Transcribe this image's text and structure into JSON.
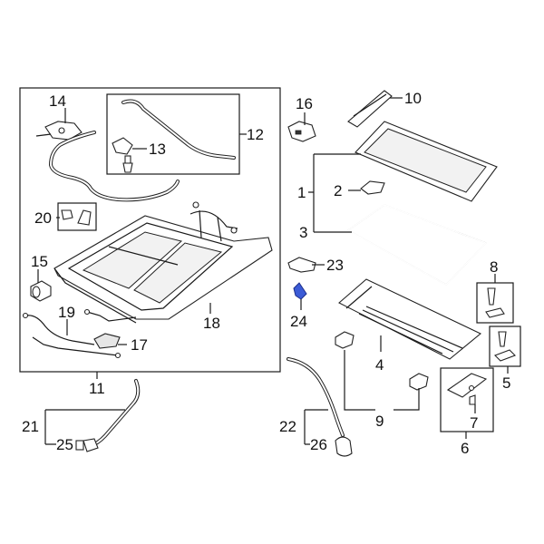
{
  "callouts": {
    "c1": "1",
    "c2": "2",
    "c3": "3",
    "c4": "4",
    "c5": "5",
    "c6": "6",
    "c7": "7",
    "c8": "8",
    "c9": "9",
    "c10": "10",
    "c11": "11",
    "c12": "12",
    "c13": "13",
    "c14": "14",
    "c15": "15",
    "c16": "16",
    "c17": "17",
    "c18": "18",
    "c19": "19",
    "c20": "20",
    "c21": "21",
    "c22": "22",
    "c23": "23",
    "c24": "24",
    "c25": "25",
    "c26": "26"
  },
  "colors": {
    "line": "#1a1a1a",
    "highlight": "#3b5bd6",
    "background": "#ffffff"
  },
  "highlighted_part": "24"
}
